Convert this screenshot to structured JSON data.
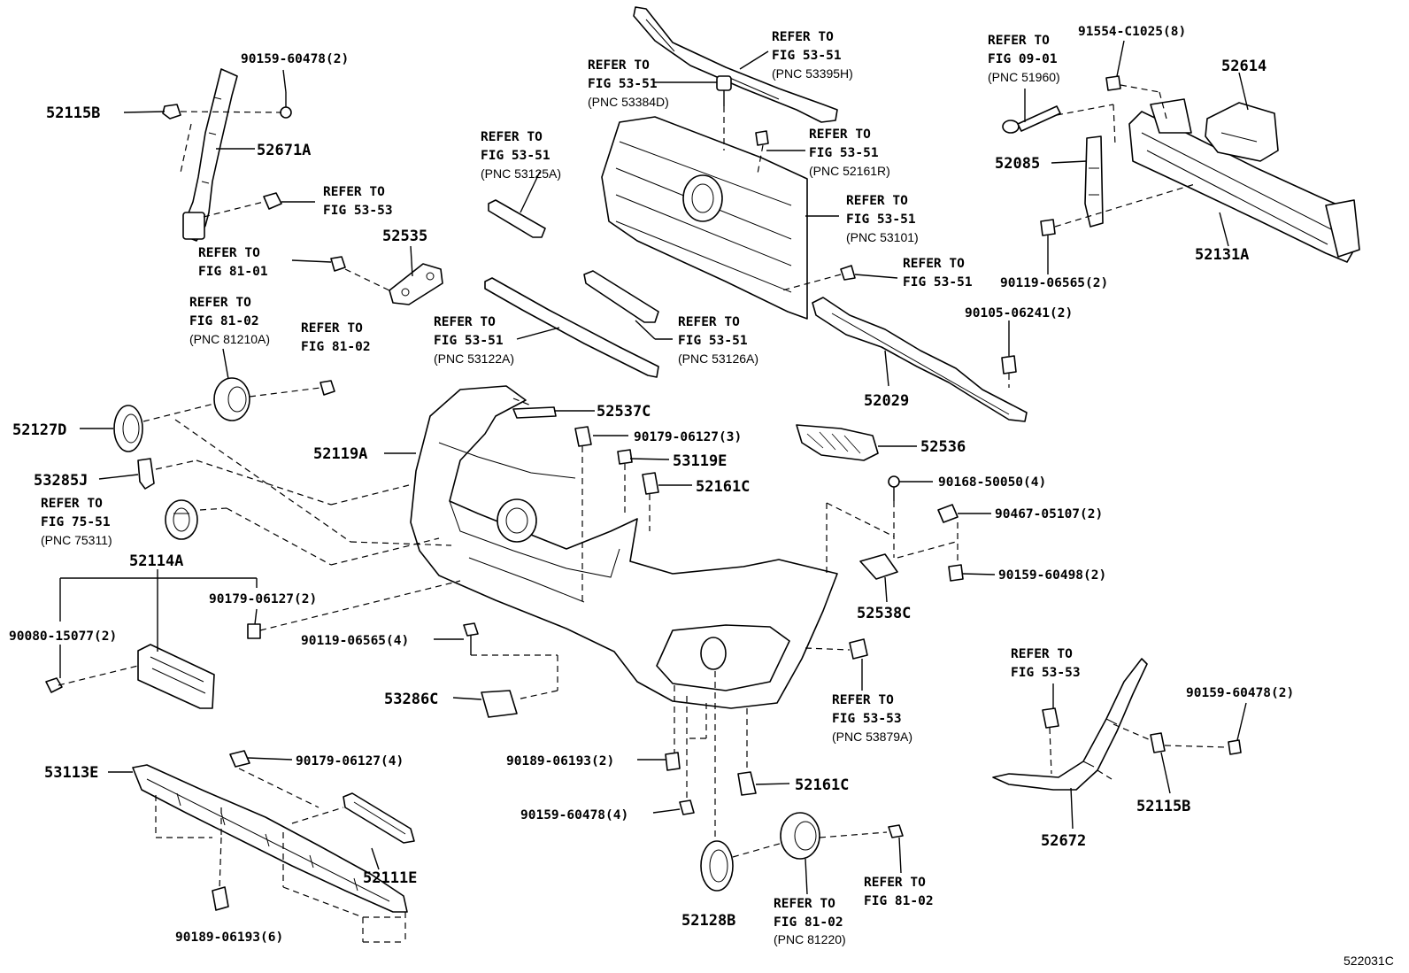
{
  "diagram_code": "522031C",
  "labels": {
    "p52115B_top": "52115B",
    "p90159_60478_top": "90159-60478(2)",
    "p52671A": "52671A",
    "r_53_53_top": [
      "REFER TO",
      "FIG 53-53"
    ],
    "p52535": "52535",
    "r_81_01": [
      "REFER TO",
      "FIG 81-01"
    ],
    "r_81_02_a": [
      "REFER TO",
      "FIG 81-02",
      "(PNC 81210A)"
    ],
    "r_81_02_b": [
      "REFER TO",
      "FIG 81-02"
    ],
    "p52127D": "52127D",
    "p53285J": "53285J",
    "r_75_51": [
      "REFER TO",
      "FIG 75-51",
      "(PNC 75311)"
    ],
    "p52114A": "52114A",
    "p90179_06127_2": "90179-06127(2)",
    "p90080_15077": "90080-15077(2)",
    "p53113E": "53113E",
    "p90179_06127_4": "90179-06127(4)",
    "p52111E": "52111E",
    "p90189_06193_6": "90189-06193(6)",
    "r_53_51_53395H": [
      "REFER TO",
      "FIG 53-51",
      "(PNC 53395H)"
    ],
    "r_53_51_53384D": [
      "REFER TO",
      "FIG 53-51",
      "(PNC 53384D)"
    ],
    "r_53_51_53125A": [
      "REFER TO",
      "FIG 53-51",
      "(PNC 53125A)"
    ],
    "r_53_51_52161R": [
      "REFER TO",
      "FIG 53-51",
      "(PNC 52161R)"
    ],
    "r_53_51_53101": [
      "REFER TO",
      "FIG 53-51",
      "(PNC 53101)"
    ],
    "r_53_51_plain": [
      "REFER TO",
      "FIG 53-51"
    ],
    "r_53_51_53122A": [
      "REFER TO",
      "FIG 53-51",
      "(PNC 53122A)"
    ],
    "r_53_51_53126A": [
      "REFER TO",
      "FIG 53-51",
      "(PNC 53126A)"
    ],
    "p52537C": "52537C",
    "p52119A": "52119A",
    "p90179_06127_3": "90179-06127(3)",
    "p53119E": "53119E",
    "p52161C_top": "52161C",
    "p90119_06565_4": "90119-06565(4)",
    "p53286C": "53286C",
    "p90189_06193_2": "90189-06193(2)",
    "p90159_60478_4": "90159-60478(4)",
    "p52161C_bot": "52161C",
    "p52128B": "52128B",
    "r_81_02_81220": [
      "REFER TO",
      "FIG 81-02",
      "(PNC 81220)"
    ],
    "r_81_02_c": [
      "REFER TO",
      "FIG 81-02"
    ],
    "r_53_53_53879A": [
      "REFER TO",
      "FIG 53-53",
      "(PNC 53879A)"
    ],
    "r_09_01": [
      "REFER TO",
      "FIG 09-01",
      "(PNC 51960)"
    ],
    "p91554_C1025": "91554-C1025(8)",
    "p52614": "52614",
    "p52085": "52085",
    "p52131A": "52131A",
    "p90119_06565_2": "90119-06565(2)",
    "p90105_06241": "90105-06241(2)",
    "p52029": "52029",
    "p52536": "52536",
    "p90168_50050": "90168-50050(4)",
    "p90467_05107": "90467-05107(2)",
    "p90159_60498": "90159-60498(2)",
    "p52538C": "52538C",
    "r_53_53_bot": [
      "REFER TO",
      "FIG 53-53"
    ],
    "p90159_60478_right": "90159-60478(2)",
    "p52115B_right": "52115B",
    "p52672": "52672"
  }
}
